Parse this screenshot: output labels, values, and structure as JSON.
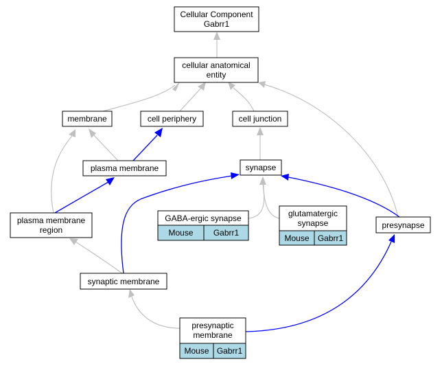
{
  "nodes": {
    "cellular_component": {
      "lines": [
        "Cellular Component",
        "Gabrr1"
      ]
    },
    "cellular_anatomical_entity": {
      "lines": [
        "cellular anatomical",
        "entity"
      ]
    },
    "membrane": {
      "lines": [
        "membrane"
      ]
    },
    "cell_periphery": {
      "lines": [
        "cell periphery"
      ]
    },
    "cell_junction": {
      "lines": [
        "cell junction"
      ]
    },
    "plasma_membrane": {
      "lines": [
        "plasma membrane"
      ]
    },
    "synapse": {
      "lines": [
        "synapse"
      ]
    },
    "plasma_membrane_region": {
      "lines": [
        "plasma membrane",
        "region"
      ]
    },
    "gaba_ergic_synapse": {
      "lines": [
        "GABA-ergic synapse"
      ],
      "annotation": [
        "Mouse",
        "Gabrr1"
      ]
    },
    "glutamatergic_synapse": {
      "lines": [
        "glutamatergic",
        "synapse"
      ],
      "annotation": [
        "Mouse",
        "Gabrr1"
      ]
    },
    "presynapse": {
      "lines": [
        "presynapse"
      ]
    },
    "synaptic_membrane": {
      "lines": [
        "synaptic membrane"
      ]
    },
    "presynaptic_membrane": {
      "lines": [
        "presynaptic",
        "membrane"
      ],
      "annotation": [
        "Mouse",
        "Gabrr1"
      ]
    }
  },
  "edges": [
    {
      "from": "cellular_anatomical_entity",
      "to": "cellular_component",
      "color": "gray"
    },
    {
      "from": "membrane",
      "to": "cellular_anatomical_entity",
      "color": "gray"
    },
    {
      "from": "cell_periphery",
      "to": "cellular_anatomical_entity",
      "color": "gray"
    },
    {
      "from": "cell_junction",
      "to": "cellular_anatomical_entity",
      "color": "gray"
    },
    {
      "from": "presynapse",
      "to": "cellular_anatomical_entity",
      "color": "gray"
    },
    {
      "from": "plasma_membrane",
      "to": "membrane",
      "color": "gray"
    },
    {
      "from": "plasma_membrane",
      "to": "cell_periphery",
      "color": "blue"
    },
    {
      "from": "synapse",
      "to": "cell_junction",
      "color": "gray"
    },
    {
      "from": "plasma_membrane_region",
      "to": "membrane",
      "color": "gray"
    },
    {
      "from": "plasma_membrane_region",
      "to": "plasma_membrane",
      "color": "blue"
    },
    {
      "from": "gaba_ergic_synapse",
      "to": "synapse",
      "color": "gray"
    },
    {
      "from": "glutamatergic_synapse",
      "to": "synapse",
      "color": "gray"
    },
    {
      "from": "presynapse",
      "to": "synapse",
      "color": "blue"
    },
    {
      "from": "synaptic_membrane",
      "to": "plasma_membrane_region",
      "color": "gray"
    },
    {
      "from": "synaptic_membrane",
      "to": "synapse",
      "color": "blue"
    },
    {
      "from": "presynaptic_membrane",
      "to": "synaptic_membrane",
      "color": "gray"
    },
    {
      "from": "presynaptic_membrane",
      "to": "presynapse",
      "color": "blue"
    }
  ],
  "colors": {
    "gray_edge": "#c0c0c0",
    "blue_edge": "#0000ff",
    "annotation_fill": "#add8e6",
    "node_border": "#000000"
  }
}
